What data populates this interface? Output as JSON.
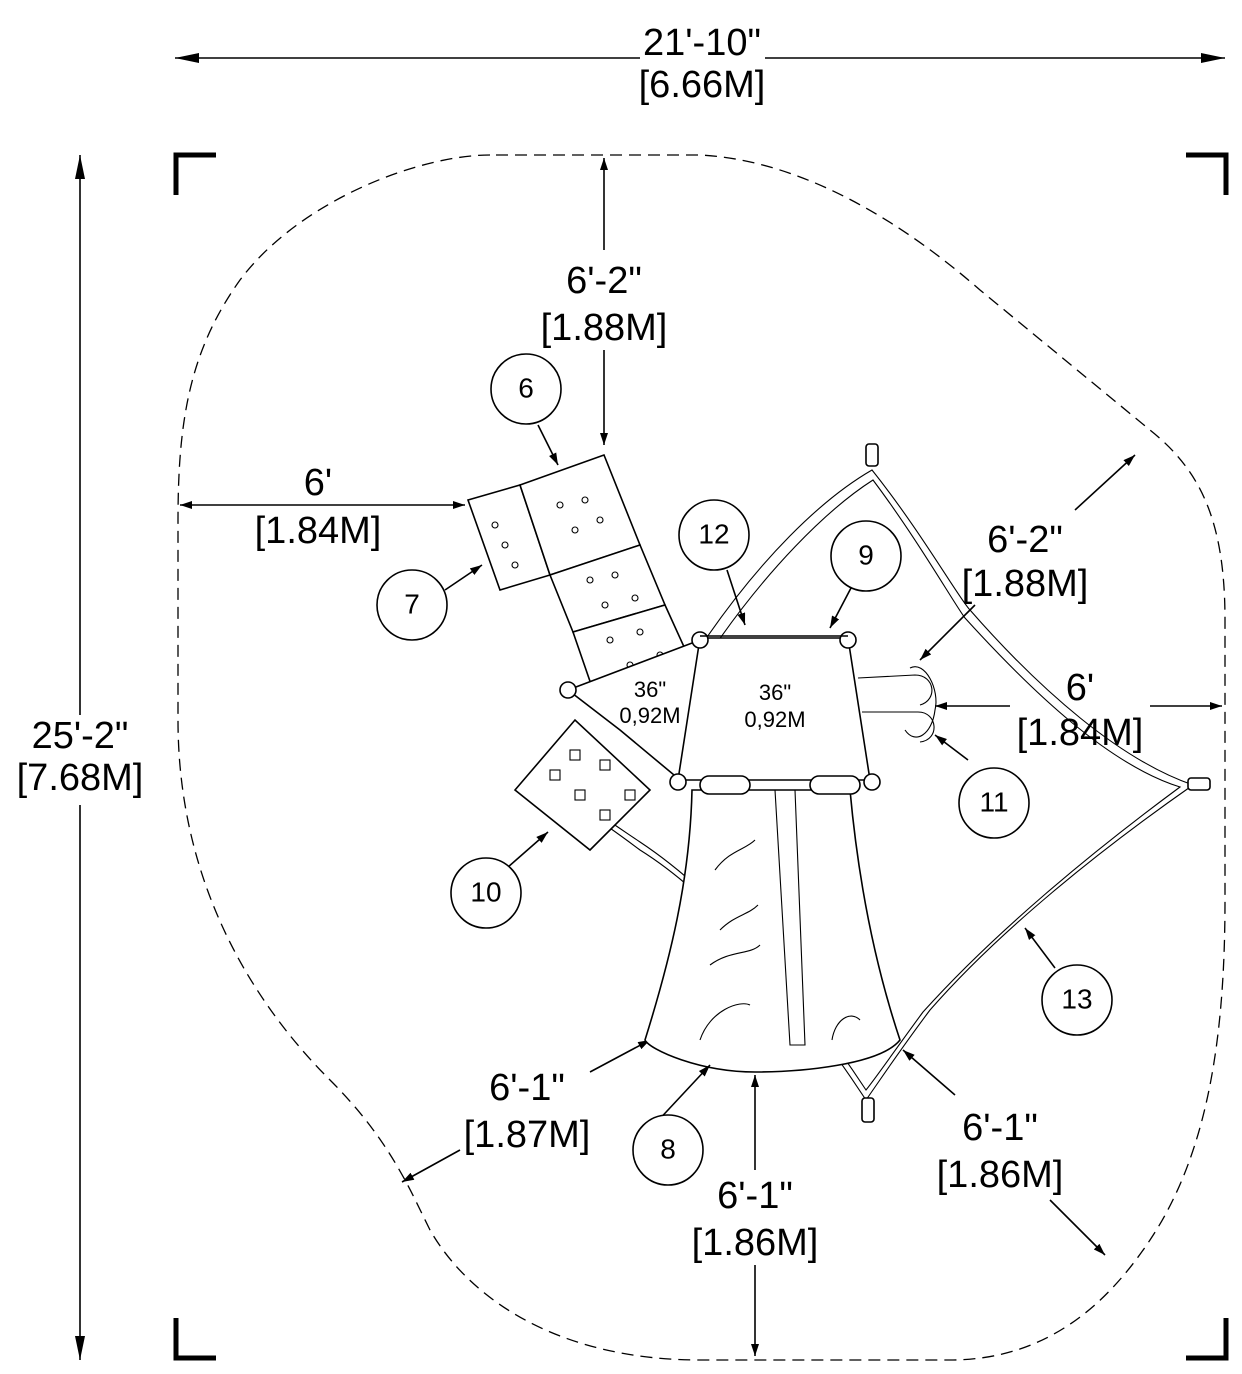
{
  "overall": {
    "width": {
      "imperial": "21'-10\"",
      "metric": "[6.66M]"
    },
    "depth": {
      "imperial": "25'-2\"",
      "metric": "[7.68M]"
    }
  },
  "clearances": {
    "top": {
      "imperial": "6'-2\"",
      "metric": "[1.88M]"
    },
    "left": {
      "imperial": "6'",
      "metric": "[1.84M]"
    },
    "upper_right": {
      "imperial": "6'-2\"",
      "metric": "[1.88M]"
    },
    "right": {
      "imperial": "6'",
      "metric": "[1.84M]"
    },
    "lower_left": {
      "imperial": "6'-1\"",
      "metric": "[1.87M]"
    },
    "bottom": {
      "imperial": "6'-1\"",
      "metric": "[1.86M]"
    },
    "lower_right": {
      "imperial": "6'-1\"",
      "metric": "[1.86M]"
    }
  },
  "decks": [
    {
      "imperial": "36\"",
      "metric": "0,92M"
    },
    {
      "imperial": "36\"",
      "metric": "0,92M"
    }
  ],
  "tags": [
    "6",
    "7",
    "8",
    "9",
    "10",
    "11",
    "12",
    "13"
  ]
}
